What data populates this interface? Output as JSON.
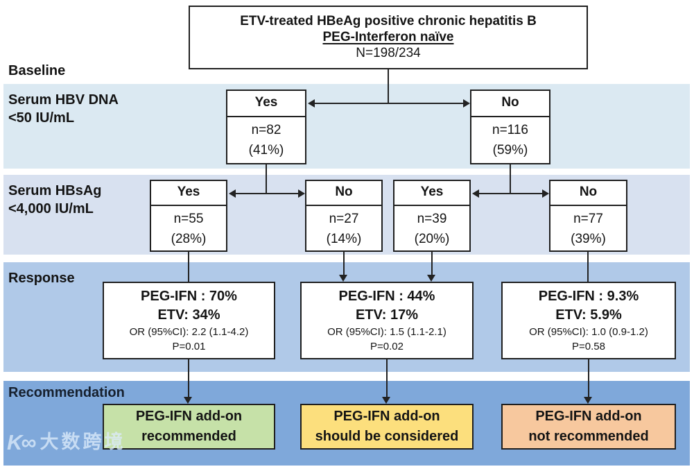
{
  "root": {
    "title": "ETV-treated HBeAg positive chronic hepatitis B",
    "subtitle": "PEG-Interferon naïve",
    "n": "N=198/234"
  },
  "labels": {
    "baseline": "Baseline"
  },
  "bands": [
    {
      "label_line1": "Serum HBV DNA",
      "label_line2": "<50 IU/mL",
      "color": "#dbe9f2"
    },
    {
      "label_line1": "Serum HBsAg",
      "label_line2": "<4,000 IU/mL",
      "color": "#d8e1f0"
    },
    {
      "label_line1": "Response",
      "label_line2": "",
      "color": "#b0c9e8"
    },
    {
      "label_line1": "Recommendation",
      "label_line2": "",
      "color": "#7fa8da"
    }
  ],
  "dna_nodes": [
    {
      "answer": "Yes",
      "n": "n=82",
      "pct": "(41%)"
    },
    {
      "answer": "No",
      "n": "n=116",
      "pct": "(59%)"
    }
  ],
  "hbsag_nodes": [
    {
      "answer": "Yes",
      "n": "n=55",
      "pct": "(28%)"
    },
    {
      "answer": "No",
      "n": "n=27",
      "pct": "(14%)"
    },
    {
      "answer": "Yes",
      "n": "n=39",
      "pct": "(20%)"
    },
    {
      "answer": "No",
      "n": "n=77",
      "pct": "(39%)"
    }
  ],
  "response_nodes": [
    {
      "peg": "PEG-IFN : 70%",
      "etv": "ETV: 34%",
      "or": "OR (95%CI): 2.2 (1.1-4.2)",
      "p": "P=0.01"
    },
    {
      "peg": "PEG-IFN : 44%",
      "etv": "ETV: 17%",
      "or": "OR (95%CI): 1.5 (1.1-2.1)",
      "p": "P=0.02"
    },
    {
      "peg": "PEG-IFN : 9.3%",
      "etv": "ETV: 5.9%",
      "or": "OR (95%CI): 1.0 (0.9-1.2)",
      "p": "P=0.58"
    }
  ],
  "recommendation_nodes": [
    {
      "line1": "PEG-IFN add-on",
      "line2": "recommended",
      "color": "#c6e1a8"
    },
    {
      "line1": "PEG-IFN add-on",
      "line2": "should be considered",
      "color": "#fcdf7d"
    },
    {
      "line1": "PEG-IFN add-on",
      "line2": "not recommended",
      "color": "#f7c89e"
    }
  ],
  "watermark": {
    "icon": "dashu-logo-icon",
    "icon_glyph": "K∞",
    "text": "大数跨境"
  },
  "style_colors": {
    "box_border": "#1f1f1f",
    "arrow": "#222222"
  }
}
